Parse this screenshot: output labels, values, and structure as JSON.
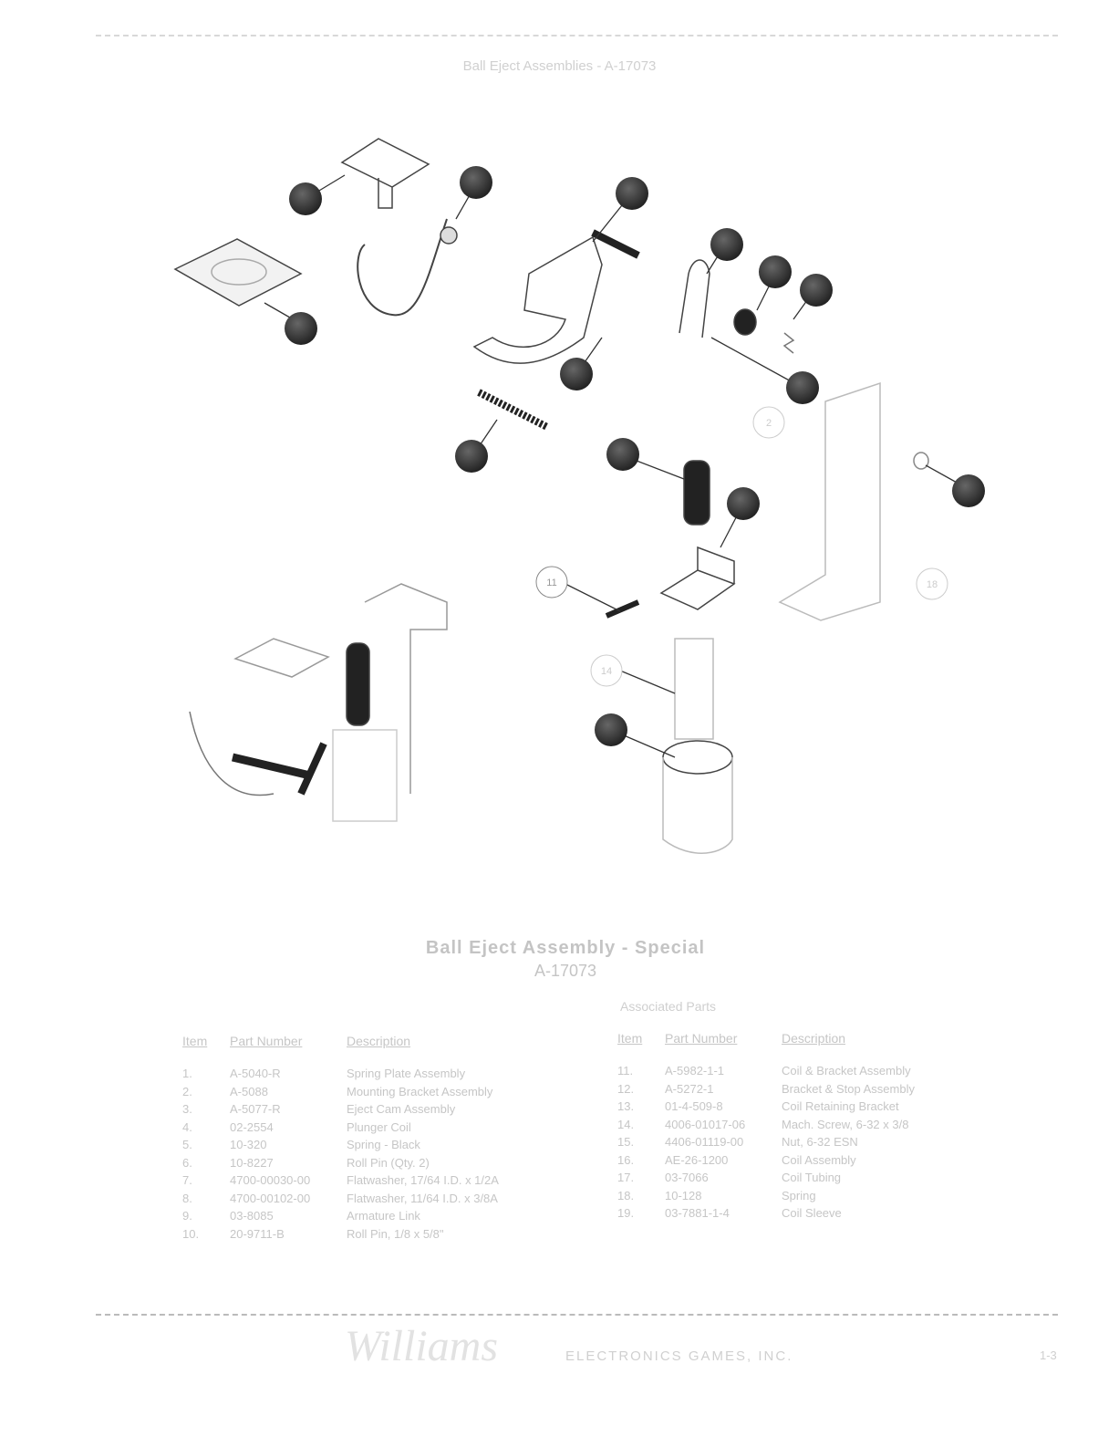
{
  "header": {
    "title": "Ball Eject Assemblies - A-17073"
  },
  "drawing": {
    "callout_labels": [
      "11",
      "2",
      "14",
      "18"
    ]
  },
  "caption": {
    "line1": "Ball Eject Assembly - Special",
    "line2": "A-17073"
  },
  "associated_parts_label": "Associated Parts",
  "parts_table": {
    "headers": [
      "Item",
      "Part Number",
      "Description"
    ],
    "rows": [
      [
        "1.",
        "A-5040-R",
        "Spring Plate Assembly"
      ],
      [
        "2.",
        "A-5088",
        "Mounting Bracket Assembly"
      ],
      [
        "3.",
        "A-5077-R",
        "Eject Cam Assembly"
      ],
      [
        "4.",
        "02-2554",
        "Plunger Coil"
      ],
      [
        "5.",
        "10-320",
        "Spring - Black"
      ],
      [
        "6.",
        "10-8227",
        "Roll Pin (Qty. 2)"
      ],
      [
        "7.",
        "4700-00030-00",
        "Flatwasher, 17/64 I.D. x 1/2A"
      ],
      [
        "8.",
        "4700-00102-00",
        "Flatwasher, 11/64 I.D. x 3/8A"
      ],
      [
        "9.",
        "03-8085",
        "Armature Link"
      ],
      [
        "10.",
        "20-9711-B",
        "Roll Pin, 1/8 x 5/8\""
      ]
    ]
  },
  "associated_table": {
    "headers": [
      "Item",
      "Part Number",
      "Description"
    ],
    "rows": [
      [
        "11.",
        "A-5982-1-1",
        "Coil & Bracket Assembly"
      ],
      [
        "12.",
        "A-5272-1",
        "Bracket & Stop Assembly"
      ],
      [
        "13.",
        "01-4-509-8",
        "Coil Retaining Bracket"
      ],
      [
        "14.",
        "4006-01017-06",
        "Mach. Screw, 6-32 x 3/8"
      ],
      [
        "15.",
        "4406-01119-00",
        "Nut, 6-32 ESN"
      ],
      [
        "16.",
        "AE-26-1200",
        "Coil Assembly"
      ],
      [
        "17.",
        "03-7066",
        "Coil Tubing"
      ],
      [
        "18.",
        "10-128",
        "Spring"
      ],
      [
        "19.",
        "03-7881-1-4",
        "Coil Sleeve"
      ]
    ]
  },
  "footer": {
    "logo": "Williams",
    "company": "ELECTRONICS GAMES, INC.",
    "page": "1-3"
  }
}
